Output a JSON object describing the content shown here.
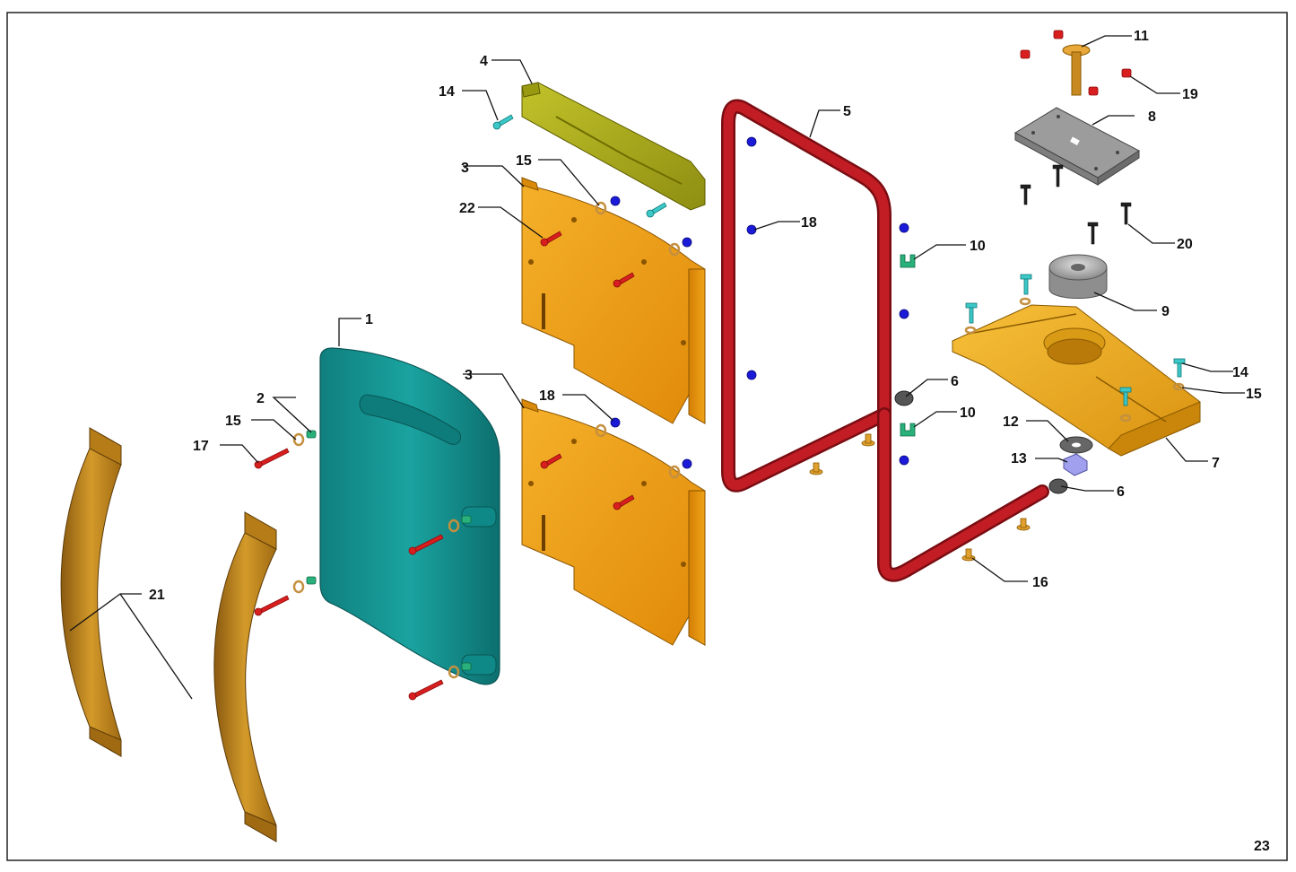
{
  "diagram": {
    "page_number": "23",
    "callouts": [
      "1",
      "2",
      "3",
      "3",
      "4",
      "5",
      "6",
      "6",
      "7",
      "8",
      "9",
      "10",
      "10",
      "11",
      "12",
      "13",
      "14",
      "14",
      "15",
      "15",
      "15",
      "16",
      "17",
      "18",
      "18",
      "19",
      "20",
      "21",
      "22"
    ]
  },
  "colors": {
    "border": "#222222",
    "seat_shell": "#1a9a98",
    "back_panel": "#f0a010",
    "bracket": "#a7a81a",
    "frame": "#b3141c",
    "strap": "#c88a1c",
    "base": "#f2b01e",
    "plate": "#9c9c9c",
    "bolt_red": "#d81e1e",
    "bolt_cyan": "#3cc8c8",
    "nut_blue": "#1a1ad8",
    "clip_green": "#2ab07a",
    "washer_tan": "#c49040",
    "screw_black": "#222222"
  }
}
